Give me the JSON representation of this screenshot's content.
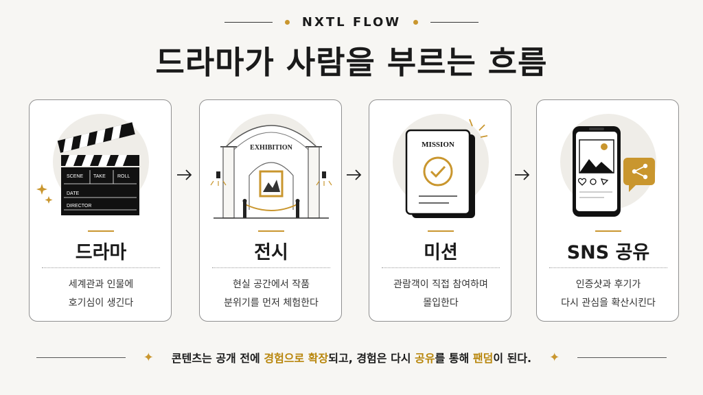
{
  "header": {
    "eyebrow": "NXTL FLOW",
    "title": "드라마가 사람을 부르는 흐름"
  },
  "steps": [
    {
      "name": "드라마",
      "desc_line1": "세계관과 인물에",
      "desc_line2": "호기심이 생긴다",
      "icon": "clapperboard-icon",
      "board": {
        "scene": "SCENE",
        "take": "TAKE",
        "roll": "ROLL",
        "date": "DATE",
        "director": "DIRECTOR"
      }
    },
    {
      "name": "전시",
      "desc_line1": "현실 공간에서 작품",
      "desc_line2": "분위기를 먼저 체험한다",
      "icon": "exhibition-arch-icon",
      "sign": "EXHIBITION"
    },
    {
      "name": "미션",
      "desc_line1": "관람객이 직접 참여하며",
      "desc_line2": "몰입한다",
      "icon": "mission-card-icon",
      "sign": "MISSION"
    },
    {
      "name": "SNS 공유",
      "desc_line1": "인증샷과 후기가",
      "desc_line2": "다시 관심을 확산시킨다",
      "icon": "smartphone-share-icon"
    }
  ],
  "footer": {
    "part1": "콘텐츠는 공개 전에 ",
    "hl1": "경험으로 확장",
    "part2": "되고, 경험은 다시 ",
    "hl2": "공유",
    "part3": "를 통해 ",
    "hl3": "팬덤",
    "part4": "이 된다."
  },
  "colors": {
    "accent": "#c9962e",
    "ink": "#1a1a1a",
    "disc": "#efede8",
    "border": "#8f8f8f"
  }
}
